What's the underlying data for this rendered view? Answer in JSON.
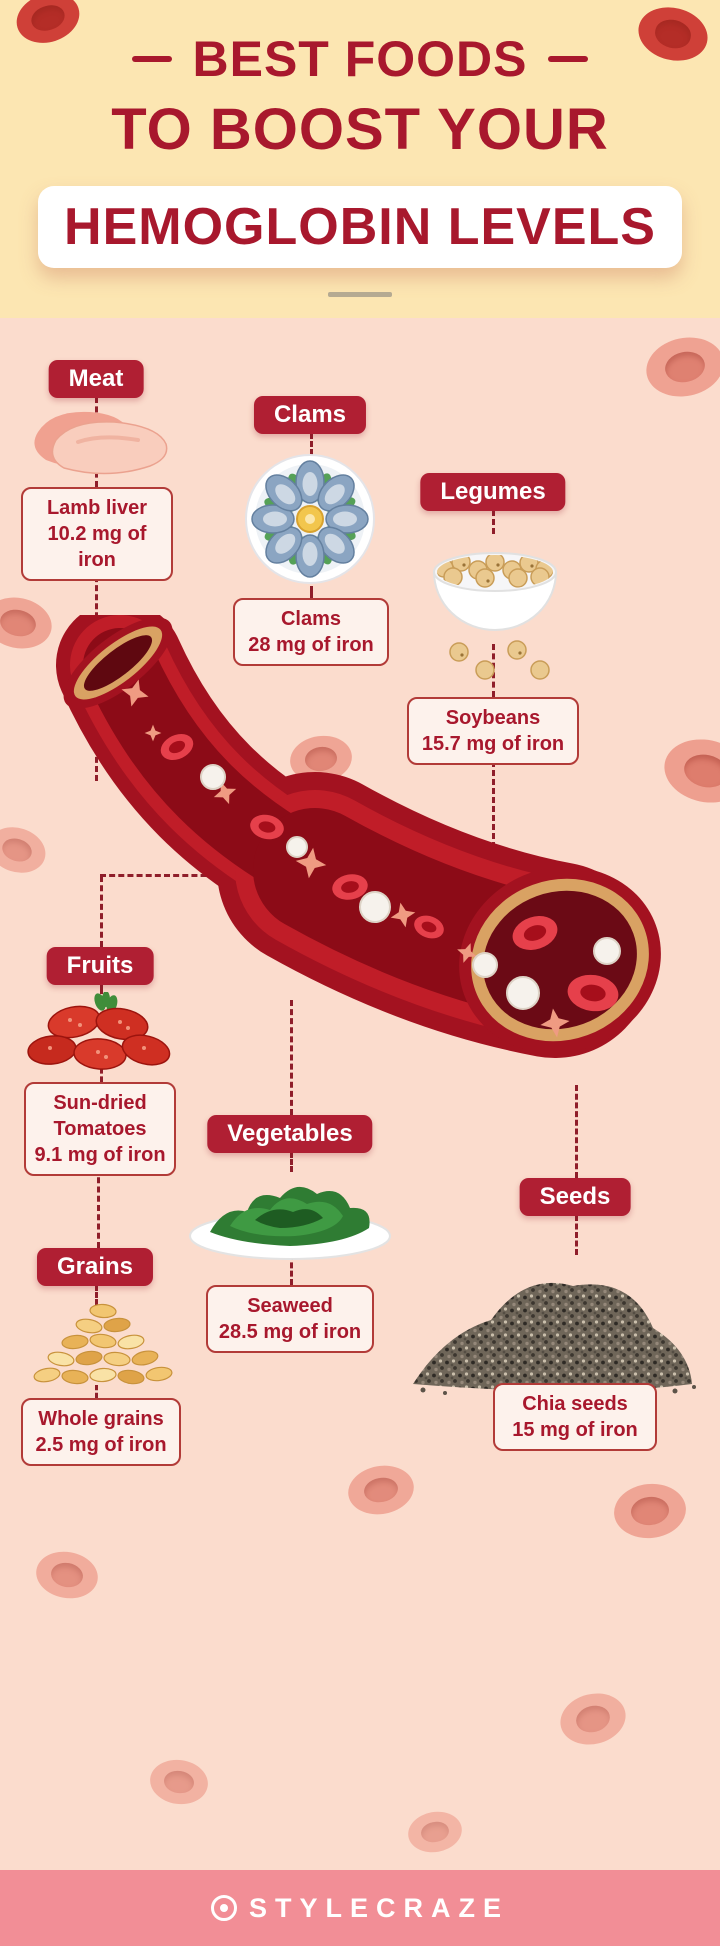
{
  "header": {
    "title_line1": "BEST FOODS",
    "title_line2": "TO BOOST YOUR",
    "title_line3": "HEMOGLOBIN LEVELS"
  },
  "foods": {
    "meat": {
      "badge": "Meat",
      "caption": "Lamb liver\n10.2 mg of iron"
    },
    "clams": {
      "badge": "Clams",
      "caption": "Clams\n28 mg of iron"
    },
    "legumes": {
      "badge": "Legumes",
      "caption": "Soybeans\n15.7 mg of iron"
    },
    "fruits": {
      "badge": "Fruits",
      "caption": "Sun-dried\nTomatoes\n9.1 mg of iron"
    },
    "vegetables": {
      "badge": "Vegetables",
      "caption": "Seaweed\n28.5 mg of iron"
    },
    "seeds": {
      "badge": "Seeds",
      "caption": "Chia seeds\n15 mg of iron"
    },
    "grains": {
      "badge": "Grains",
      "caption": "Whole grains\n2.5 mg of iron"
    }
  },
  "footer": {
    "brand": "STYLECRAZE"
  },
  "colors": {
    "primary_red": "#a8182d",
    "badge_red": "#b01f33",
    "header_bg": "#fce6b2",
    "body_bg": "#fbdccd",
    "caption_bg": "#fdf2ec",
    "footer_bg": "#f28e96",
    "artery_red": "#a31220",
    "artery_rim_tan": "#d9a263"
  }
}
